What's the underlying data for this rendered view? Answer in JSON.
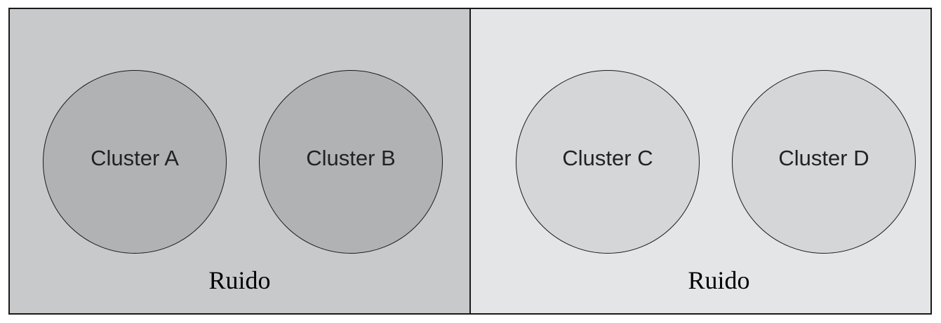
{
  "colors": {
    "left_panel_bg": "#c8c9cb",
    "left_cluster_fill": "#b1b2b4",
    "right_panel_bg": "#e4e5e7",
    "right_cluster_fill": "#d5d6d8",
    "stroke": "#1a1a1a"
  },
  "panels": [
    {
      "noise_label": "Ruido",
      "clusters": [
        {
          "label": "Cluster A"
        },
        {
          "label": "Cluster B"
        }
      ]
    },
    {
      "noise_label": "Ruido",
      "clusters": [
        {
          "label": "Cluster C"
        },
        {
          "label": "Cluster D"
        }
      ]
    }
  ]
}
